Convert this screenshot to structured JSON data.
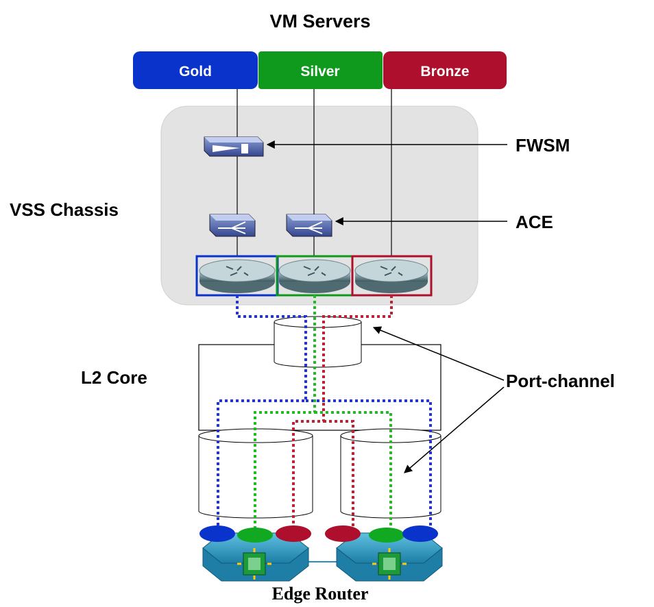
{
  "title": "VM Servers",
  "tiers": [
    {
      "label": "Gold",
      "color": "#0a33cc"
    },
    {
      "label": "Silver",
      "color": "#0f9a1e"
    },
    {
      "label": "Bronze",
      "color": "#ad0f2c"
    }
  ],
  "labels": {
    "fwsm": "FWSM",
    "ace": "ACE",
    "vss_chassis": "VSS Chassis",
    "l2_core": "L2 Core",
    "port_channel": "Port-channel",
    "edge_router": "Edge Router"
  },
  "colors": {
    "chassis_fill": "#e3e3e3",
    "blue_link": "#2233dd",
    "green_link": "#22bb22",
    "red_link": "#bb2233",
    "router_teal": "#2a8fb8"
  },
  "icons": [
    "firewall-module-icon",
    "load-balancer-icon",
    "router-icon",
    "edge-router-icon"
  ]
}
